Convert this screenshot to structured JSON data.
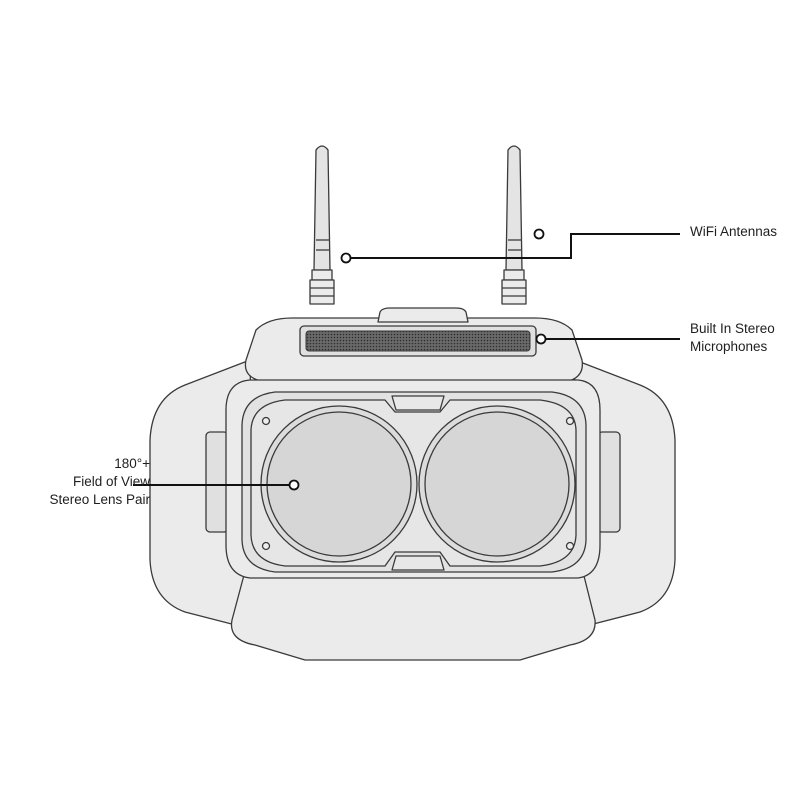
{
  "callouts": {
    "wifi_antennas": {
      "line1": "WiFi Antennas"
    },
    "stereo_microphones": {
      "line1": "Built In Stereo",
      "line2": "Microphones"
    },
    "stereo_lens_pair": {
      "line1": "180°+",
      "line2": "Field of View",
      "line3": "Stereo Lens Pair"
    }
  },
  "colors": {
    "outline": "#3a3a3a",
    "body_fill": "#ebebeb",
    "panel_fill": "#e2e2e2",
    "lens_fill": "#d9d9d9",
    "grille": "#5a5a5a",
    "leader": "#111111"
  }
}
